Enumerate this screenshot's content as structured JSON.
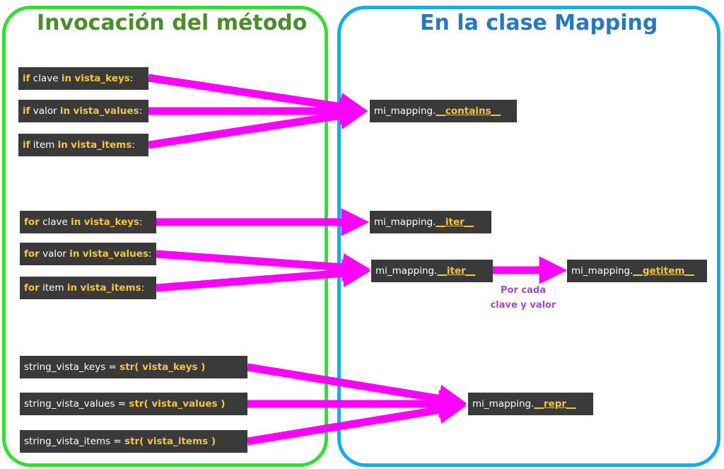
{
  "titles": {
    "left": "Invocación del método",
    "right": "En la clase Mapping"
  },
  "left": {
    "if_keys": {
      "k1": "if",
      "t1": " clave ",
      "k2": "in",
      "t2": " ",
      "k3": "vista_keys",
      "t3": ":"
    },
    "if_values": {
      "k1": "if",
      "t1": " valor ",
      "k2": "in",
      "t2": " ",
      "k3": "vista_values",
      "t3": ":"
    },
    "if_items": {
      "k1": "if",
      "t1": " item ",
      "k2": "in",
      "t2": " ",
      "k3": "vista_items",
      "t3": ":"
    },
    "for_keys": {
      "k1": "for",
      "t1": " clave ",
      "k2": "in",
      "t2": " ",
      "k3": "vista_keys",
      "t3": ":"
    },
    "for_values": {
      "k1": "for",
      "t1": " valor ",
      "k2": "in",
      "t2": " ",
      "k3": "vista_values",
      "t3": ":"
    },
    "for_items": {
      "k1": "for",
      "t1": " item ",
      "k2": "in",
      "t2": " ",
      "k3": "vista_items",
      "t3": ":"
    },
    "str_keys": {
      "t1": "string_vista_keys = ",
      "k1": "str( vista_keys )"
    },
    "str_values": {
      "t1": "string_vista_values = ",
      "k1": "str( vista_values )"
    },
    "str_items": {
      "t1": "string_vista_items = ",
      "k1": "str( vista_items )"
    }
  },
  "right": {
    "contains": {
      "obj": "mi_mapping.",
      "method": "__contains__"
    },
    "iter1": {
      "obj": "mi_mapping.",
      "method": "__iter__"
    },
    "iter2": {
      "obj": "mi_mapping.",
      "method": "__iter__"
    },
    "getitem": {
      "obj": "mi_mapping.",
      "method": "__getitem__"
    },
    "repr": {
      "obj": "mi_mapping.",
      "method": "__repr__"
    }
  },
  "note": {
    "line1": "Por cada",
    "line2": "clave y valor"
  },
  "colors": {
    "arrow": "#ff00ff",
    "left_border": "#33dd33",
    "right_border": "#19aae8",
    "keyword": "#f7c540"
  }
}
